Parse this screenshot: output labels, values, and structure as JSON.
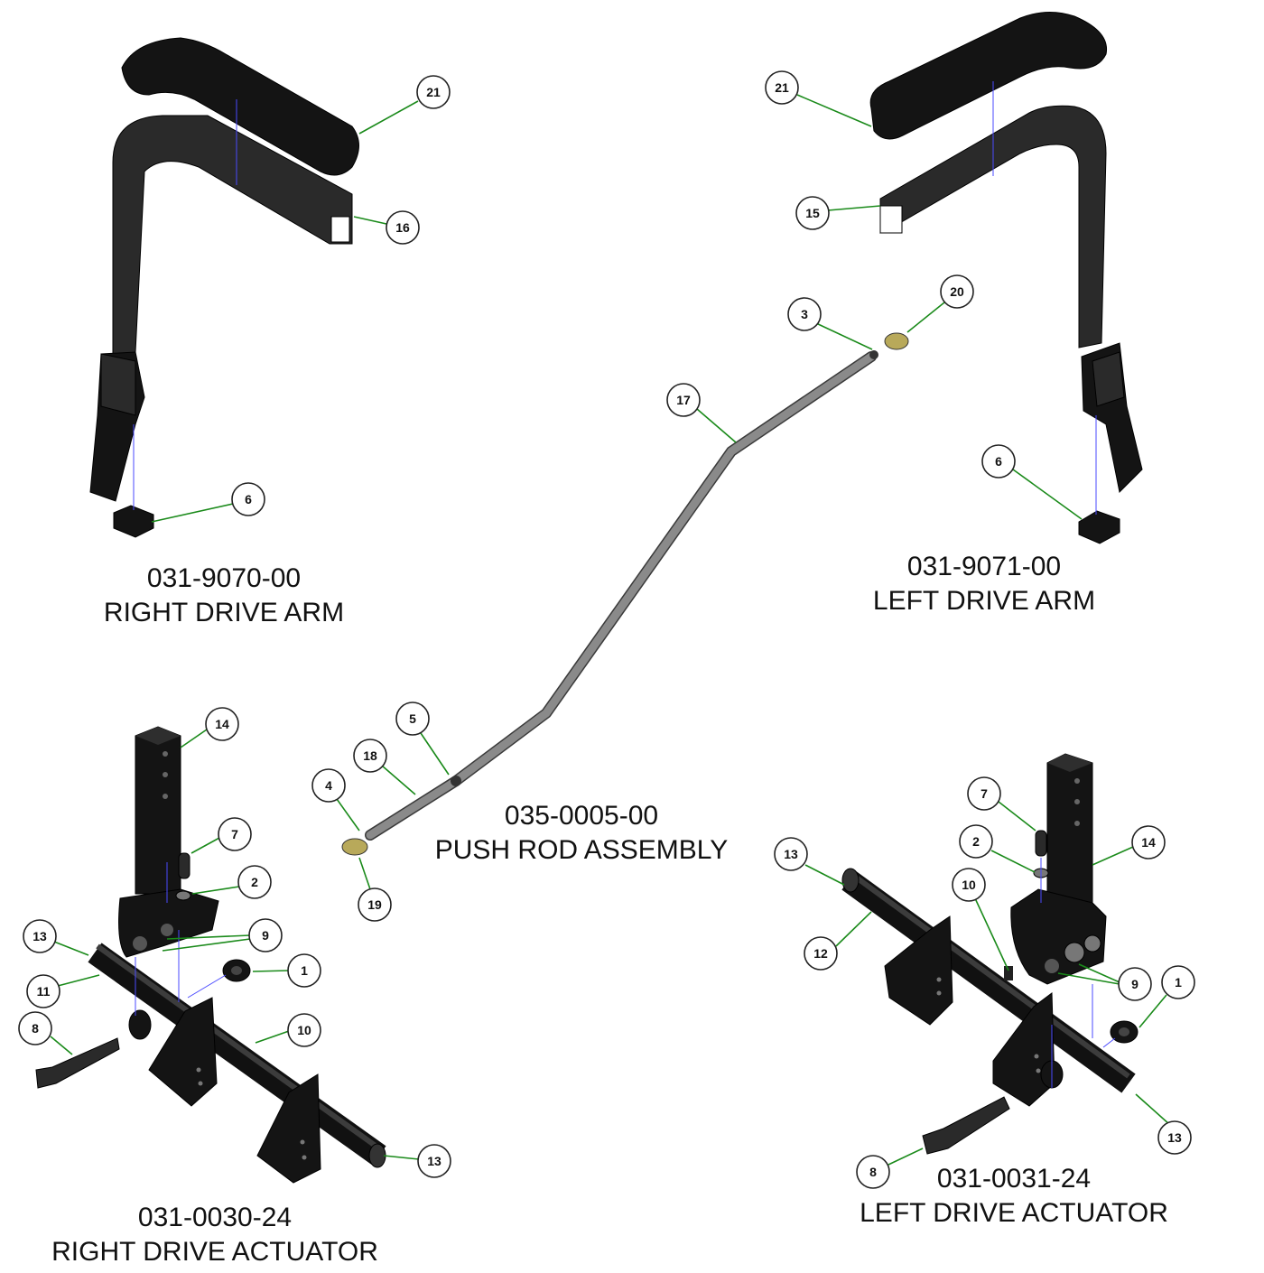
{
  "assemblies": [
    {
      "part_number": "031-9070-00",
      "name": "RIGHT DRIVE ARM"
    },
    {
      "part_number": "031-9071-00",
      "name": "LEFT DRIVE ARM"
    },
    {
      "part_number": "035-0005-00",
      "name": "PUSH ROD ASSEMBLY"
    },
    {
      "part_number": "031-0030-24",
      "name": "RIGHT DRIVE ACTUATOR"
    },
    {
      "part_number": "031-0031-24",
      "name": "LEFT DRIVE ACTUATOR"
    }
  ],
  "callouts": [
    "21",
    "16",
    "6",
    "21",
    "15",
    "6",
    "20",
    "3",
    "17",
    "5",
    "18",
    "4",
    "19",
    "14",
    "7",
    "2",
    "9",
    "13",
    "11",
    "1",
    "8",
    "10",
    "13",
    "7",
    "2",
    "14",
    "13",
    "10",
    "12",
    "9",
    "1",
    "13",
    "8"
  ],
  "colors": {
    "leader": "#1a8a1a",
    "part": "#141414",
    "rod": "#8a8a8a",
    "axis": "#4a4aff"
  }
}
